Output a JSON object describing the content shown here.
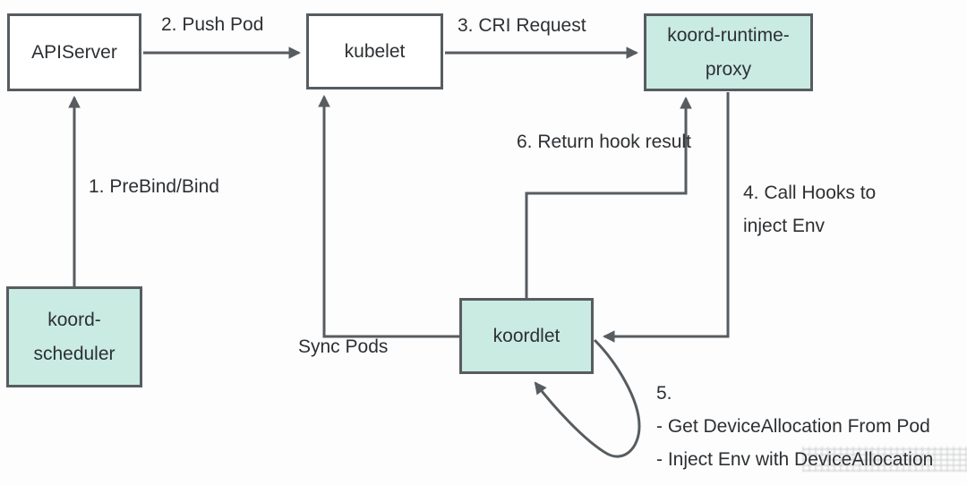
{
  "diagram": {
    "nodes": {
      "apiserver": {
        "label": "APIServer"
      },
      "kubelet": {
        "label": "kubelet"
      },
      "runtime_proxy": {
        "line1": "koord-runtime-",
        "line2": "proxy"
      },
      "scheduler": {
        "line1": "koord-",
        "line2": "scheduler"
      },
      "koordlet": {
        "label": "koordlet"
      }
    },
    "edge_labels": {
      "step1": "1. PreBind/Bind",
      "step2": "2. Push Pod",
      "step3": "3. CRI Request",
      "step4_line1": "4. Call Hooks to",
      "step4_line2": "inject Env",
      "step5_title": "5.",
      "step5_item1": "- Get DeviceAllocation From Pod",
      "step5_item2": "- Inject Env with DeviceAllocation",
      "step6": "6. Return hook result",
      "sync": "Sync Pods"
    },
    "edges": [
      {
        "step": "1",
        "from": "koord-scheduler",
        "to": "APIServer"
      },
      {
        "step": "2",
        "from": "APIServer",
        "to": "kubelet"
      },
      {
        "step": "3",
        "from": "kubelet",
        "to": "koord-runtime-proxy"
      },
      {
        "step": "4",
        "from": "koord-runtime-proxy",
        "to": "koordlet"
      },
      {
        "step": "5",
        "from": "koordlet",
        "to": "koordlet"
      },
      {
        "step": "6",
        "from": "koordlet",
        "to": "koord-runtime-proxy"
      },
      {
        "step": "sync",
        "from": "koordlet",
        "to": "kubelet"
      }
    ],
    "colors": {
      "node_border": "#575c60",
      "arrow": "#575c60",
      "node_fill_highlight": "#c9ebe2",
      "node_fill_plain": "#ffffff",
      "text": "#2d3033",
      "background": "#fdfdfd"
    }
  }
}
